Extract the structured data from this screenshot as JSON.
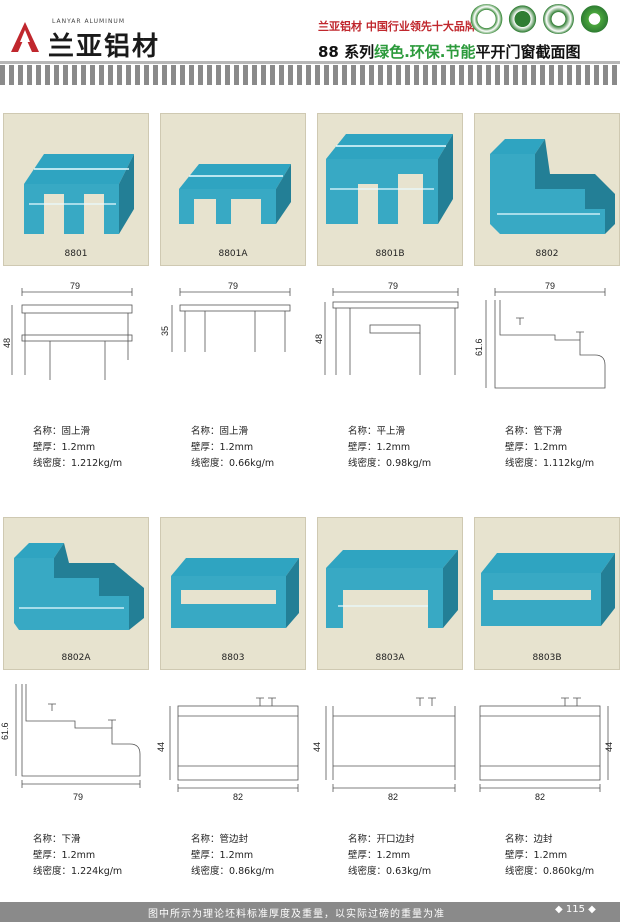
{
  "header": {
    "brand_cn": "兰亚铝材",
    "brand_en": "LANYAR ALUMINUM",
    "slogan": "兰亚铝材  中国行业领先十大品牌",
    "series_prefix": "88 系列",
    "series_green": "绿色.环保.节能",
    "series_suffix": "平开门窗截面图"
  },
  "colors": {
    "profile": "#38a9c4",
    "card_bg": "#e7e3cf",
    "brand_red": "#c0272d",
    "green": "#2b9a3b"
  },
  "profiles": [
    {
      "code": "8801",
      "dims": {
        "w": "79",
        "h": "48"
      },
      "name_label": "名称：固上滑",
      "wall_label": "壁厚：1.2mm",
      "density_label": "线密度：1.212kg/m"
    },
    {
      "code": "8801A",
      "dims": {
        "w": "79",
        "h": "35"
      },
      "name_label": "名称：固上滑",
      "wall_label": "壁厚：1.2mm",
      "density_label": "线密度：0.66kg/m"
    },
    {
      "code": "8801B",
      "dims": {
        "w": "79",
        "h": "48"
      },
      "name_label": "名称：平上滑",
      "wall_label": "壁厚：1.2mm",
      "density_label": "线密度：0.98kg/m"
    },
    {
      "code": "8802",
      "dims": {
        "w": "79",
        "h": "61.6"
      },
      "name_label": "名称：管下滑",
      "wall_label": "壁厚：1.2mm",
      "density_label": "线密度：1.112kg/m"
    },
    {
      "code": "8802A",
      "dims": {
        "w": "79",
        "h": "61.6"
      },
      "name_label": "名称：下滑",
      "wall_label": "壁厚：1.2mm",
      "density_label": "线密度：1.224kg/m"
    },
    {
      "code": "8803",
      "dims": {
        "w": "82",
        "h": "44"
      },
      "name_label": "名称：管边封",
      "wall_label": "壁厚：1.2mm",
      "density_label": "线密度：0.86kg/m"
    },
    {
      "code": "8803A",
      "dims": {
        "w": "82",
        "h": "44"
      },
      "name_label": "名称：开口边封",
      "wall_label": "壁厚：1.2mm",
      "density_label": "线密度：0.63kg/m"
    },
    {
      "code": "8803B",
      "dims": {
        "w": "82",
        "h": "44"
      },
      "name_label": "名称：边封",
      "wall_label": "壁厚：1.2mm",
      "density_label": "线密度：0.860kg/m"
    }
  ],
  "footer": {
    "note": "图中所示为理论坯料标准厚度及重量，以实际过磅的重量为准",
    "page": "◆ 115 ◆"
  }
}
